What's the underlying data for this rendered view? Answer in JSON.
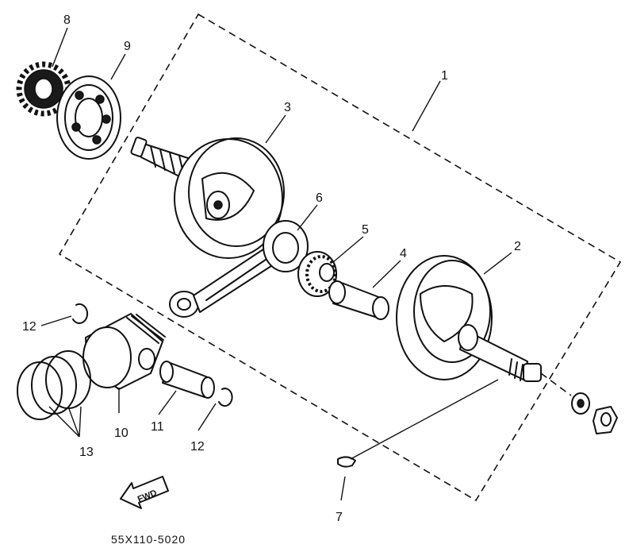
{
  "callouts": {
    "c1": "1",
    "c2": "2",
    "c3": "3",
    "c4": "4",
    "c5": "5",
    "c6": "6",
    "c7": "7",
    "c8": "8",
    "c9": "9",
    "c10": "10",
    "c11": "11",
    "c12a": "12",
    "c12b": "12",
    "c13": "13"
  },
  "fwd_label": "FWD",
  "drawing_code": "55X110-5020"
}
